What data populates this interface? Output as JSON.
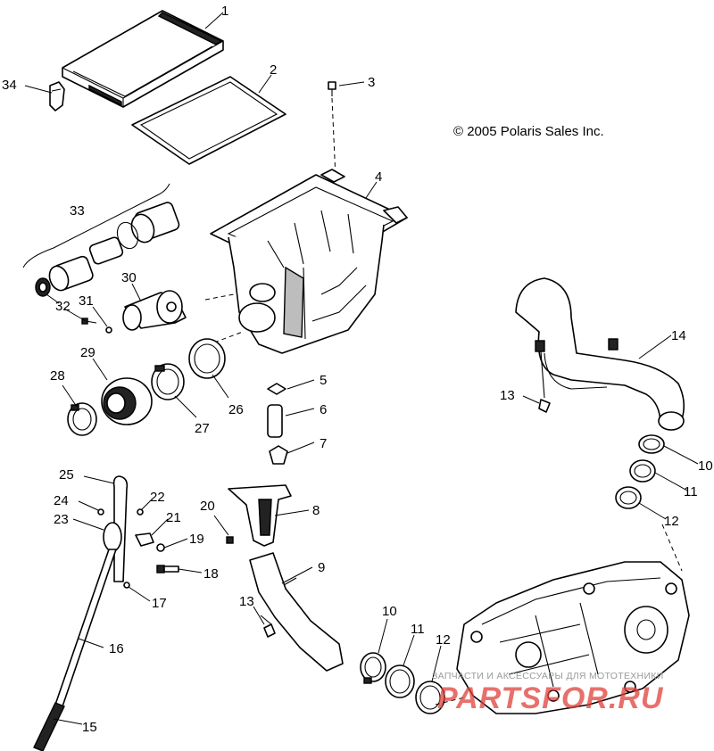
{
  "copyright": "© 2005 Polaris Sales Inc.",
  "watermark": {
    "caption": "ЗАПЧАСТИ И АКСЕССУАРЫ ДЛЯ МОТОТЕХНИКИ",
    "logo_text": "PARTSFOR.RU"
  },
  "callouts": {
    "c1": "1",
    "c2": "2",
    "c3": "3",
    "c4": "4",
    "c5": "5",
    "c6": "6",
    "c7": "7",
    "c8": "8",
    "c9": "9",
    "c10a": "10",
    "c10b": "10",
    "c11a": "11",
    "c11b": "11",
    "c12a": "12",
    "c12b": "12",
    "c13a": "13",
    "c13b": "13",
    "c14": "14",
    "c15": "15",
    "c16": "16",
    "c17": "17",
    "c18": "18",
    "c19": "19",
    "c20": "20",
    "c21": "21",
    "c22": "22",
    "c23": "23",
    "c24": "24",
    "c25": "25",
    "c26": "26",
    "c27": "27",
    "c28": "28",
    "c29": "29",
    "c30": "30",
    "c31": "31",
    "c32": "32",
    "c33": "33",
    "c34": "34"
  },
  "colors": {
    "line": "#000000",
    "background": "#ffffff",
    "watermark_logo": "#e0413a"
  }
}
